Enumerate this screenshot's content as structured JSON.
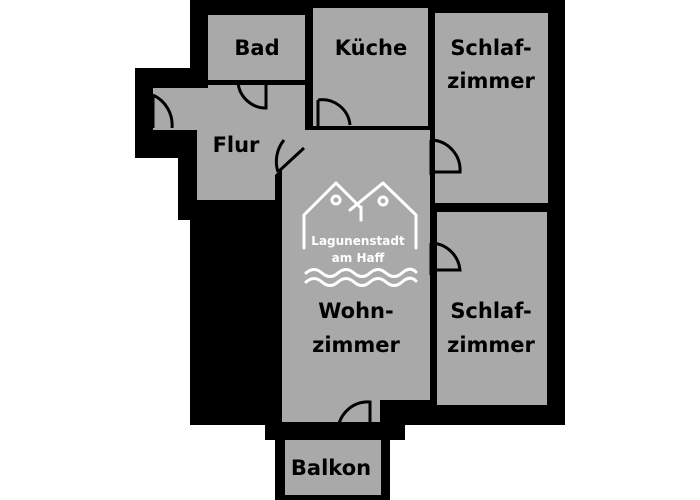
{
  "floorplan": {
    "rooms": {
      "bad": "Bad",
      "kueche": "Küche",
      "schlafzimmer_1": [
        "Schlaf-",
        "zimmer"
      ],
      "flur": "Flur",
      "wohnzimmer": [
        "Wohn-",
        "zimmer"
      ],
      "schlafzimmer_2": [
        "Schlaf-",
        "zimmer"
      ],
      "balkon": "Balkon"
    },
    "logo": {
      "line1": "Lagunenstadt",
      "line2": "am Haff"
    }
  },
  "colors": {
    "room_fill": "#a9a9a9",
    "walls": "#000000",
    "logo": "#ffffff"
  }
}
